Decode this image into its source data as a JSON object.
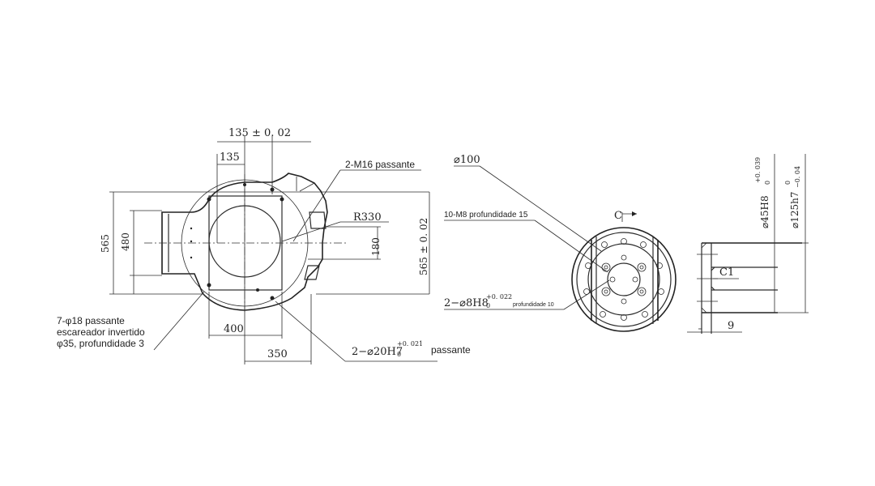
{
  "drawing": {
    "top_dims": {
      "d135_tol": "135 ± 0. 02",
      "d135": "135"
    },
    "left_dims": {
      "d565": "565",
      "d480": "480"
    },
    "right_dims": {
      "r330": "R330",
      "d180": "180",
      "d565_tol": "565 ± 0. 02"
    },
    "bottom_dims": {
      "d400": "400",
      "d350": "350"
    },
    "callouts": {
      "m16": "2-M16 passante",
      "pin20_prefix": "2−⌀20H7",
      "pin20_sup": "+0. 021",
      "pin20_sub": "0",
      "pin20_suffix": "passante",
      "phi18_line1": "7-φ18 passante",
      "phi18_line2": "escareador invertido",
      "phi18_line3": "φ35, profundidade 3",
      "d100": "⌀100",
      "m8": "10-M8 profundidade 15",
      "pin8_prefix": "2−⌀8H8",
      "pin8_sup": "+0. 022",
      "pin8_sub": "0",
      "pin8_suffix": "profundidade 10",
      "section": "C"
    },
    "side_dims": {
      "d45": "⌀45H8",
      "d45_sup": "+0. 039",
      "d45_sub": "0",
      "d125": "⌀125h7",
      "d125_sup": "0",
      "d125_sub": "−0. 04",
      "c1": "C1",
      "d9": "9"
    }
  }
}
